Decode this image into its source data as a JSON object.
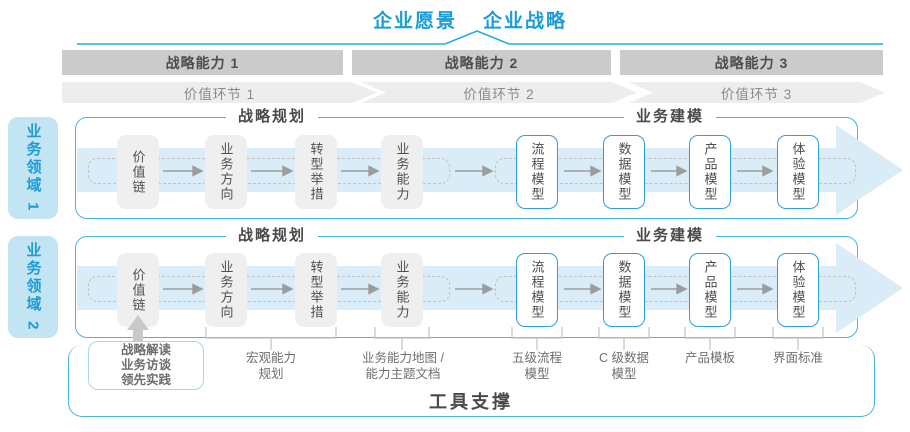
{
  "header": {
    "vision": "企业愿景",
    "strategy": "企业战略"
  },
  "strategic_capabilities": [
    "战略能力 1",
    "战略能力 2",
    "战略能力 3"
  ],
  "value_links": [
    "价值环节 1",
    "价值环节 2",
    "价值环节 3"
  ],
  "domains": [
    {
      "tab": "业务领域 1",
      "planning_header": "战略规划",
      "modeling_header": "业务建模",
      "boxes": [
        "价值链",
        "业务方向",
        "转型举措",
        "业务能力",
        "流程模型",
        "数据模型",
        "产品模型",
        "体验模型"
      ]
    },
    {
      "tab": "业务领域 2",
      "planning_header": "战略规划",
      "modeling_header": "业务建模",
      "boxes": [
        "价值链",
        "业务方向",
        "转型举措",
        "业务能力",
        "流程模型",
        "数据模型",
        "产品模型",
        "体验模型"
      ]
    }
  ],
  "annotations": {
    "practice": [
      "战略解读",
      "业务访谈",
      "领先实践"
    ],
    "labels": [
      {
        "line1": "宏观能力",
        "line2": "规划"
      },
      {
        "line1": "业务能力地图 /",
        "line2": "能力主题文档"
      },
      {
        "line1": "五级流程",
        "line2": "模型"
      },
      {
        "line1": "C 级数据",
        "line2": "模型"
      },
      {
        "line1": "产品模板",
        "line2": ""
      },
      {
        "line1": "界面标准",
        "line2": ""
      }
    ]
  },
  "footer": {
    "tool_support": "工具支撑"
  },
  "colors": {
    "accent_blue": "#1b9cd7",
    "line_blue": "#29abe2",
    "container_border": "#49b2de",
    "big_arrow_fill": "#daecf8",
    "bar_dark": "#cbcbcb",
    "bar_light": "#ededed",
    "box_gray": "#efefef",
    "box_blue_border": "#2d9fd8",
    "flow_arrow_gray": "#9c9c9c",
    "bracket_gray": "#c5c5c5"
  }
}
